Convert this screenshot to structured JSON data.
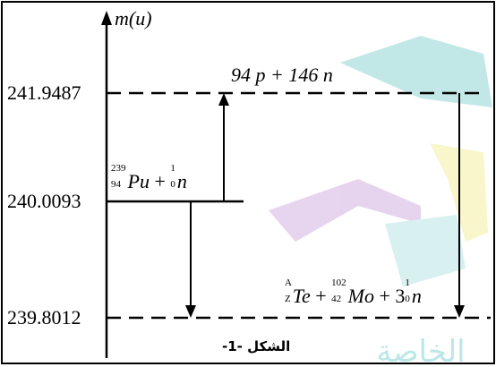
{
  "axis": {
    "label": "m(u)"
  },
  "levels": {
    "top": {
      "value": "241.9487",
      "label": "94 p + 146 n"
    },
    "middle": {
      "value": "240.0093",
      "reactant1": {
        "mass_number": "239",
        "atomic_number": "94",
        "symbol": "Pu"
      },
      "reactant2": {
        "mass_number": "1",
        "atomic_number": "0",
        "symbol": "n"
      }
    },
    "bottom": {
      "value": "239.8012",
      "product1": {
        "mass_number": "A",
        "atomic_number": "Z",
        "symbol": "Te"
      },
      "product2": {
        "mass_number": "102",
        "atomic_number": "42",
        "symbol": "Mo"
      },
      "product3": {
        "coefficient": "3",
        "mass_number": "1",
        "atomic_number": "0",
        "symbol": "n"
      }
    }
  },
  "caption": "الشكل -1-",
  "watermark": {
    "text": "الخاصة",
    "colors": [
      "#7ac9c9",
      "#c9a3d6",
      "#f2ee9a"
    ]
  }
}
